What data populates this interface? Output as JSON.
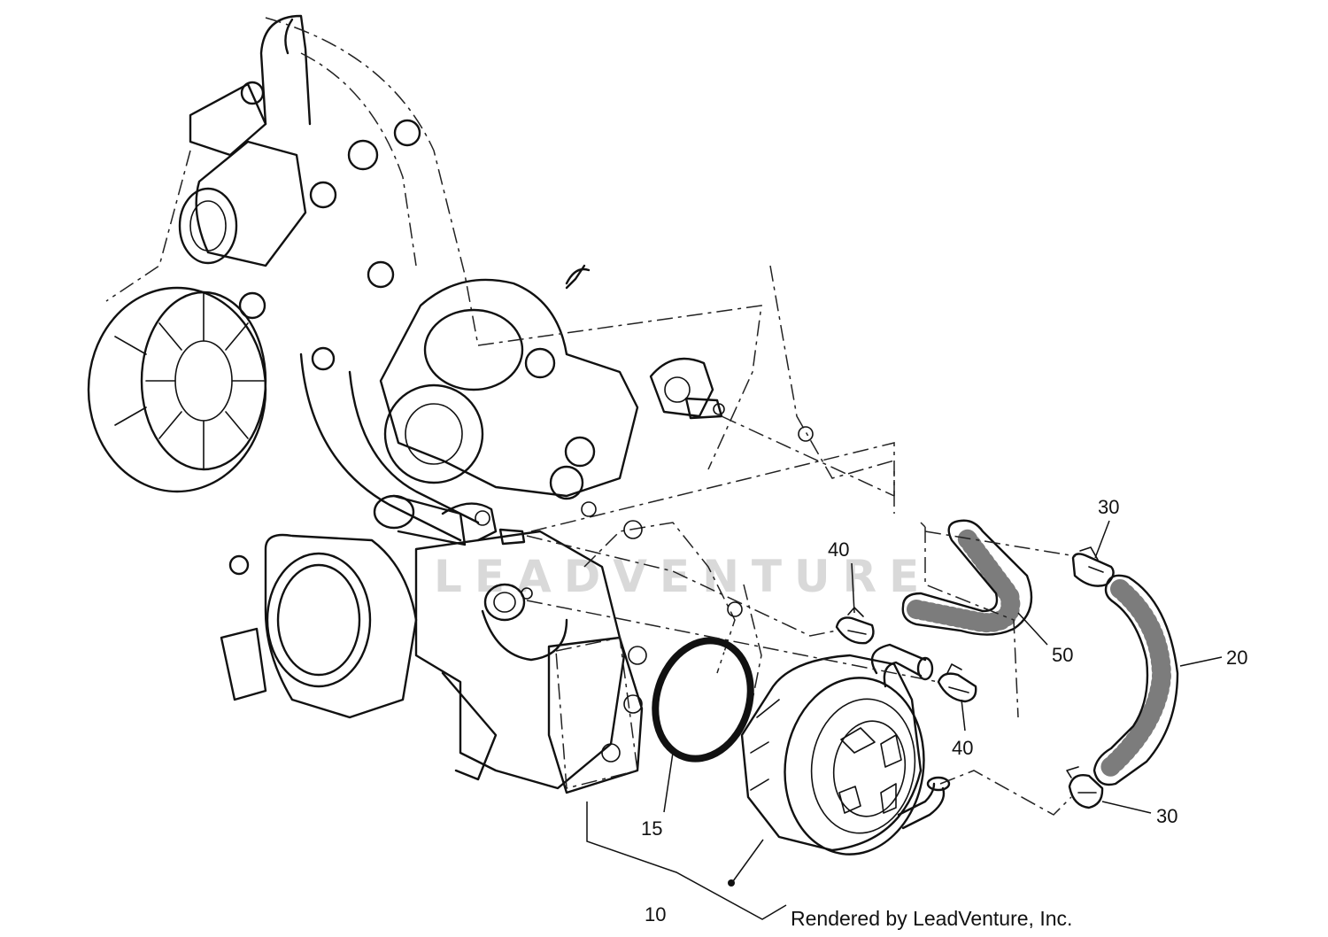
{
  "diagram": {
    "callouts": {
      "c10": "10",
      "c15": "15",
      "c20": "20",
      "c30a": "30",
      "c30b": "30",
      "c40a": "40",
      "c40b": "40",
      "c50": "50"
    },
    "watermark": "LEADVENTURE",
    "credit": "Rendered by LeadVenture, Inc."
  }
}
